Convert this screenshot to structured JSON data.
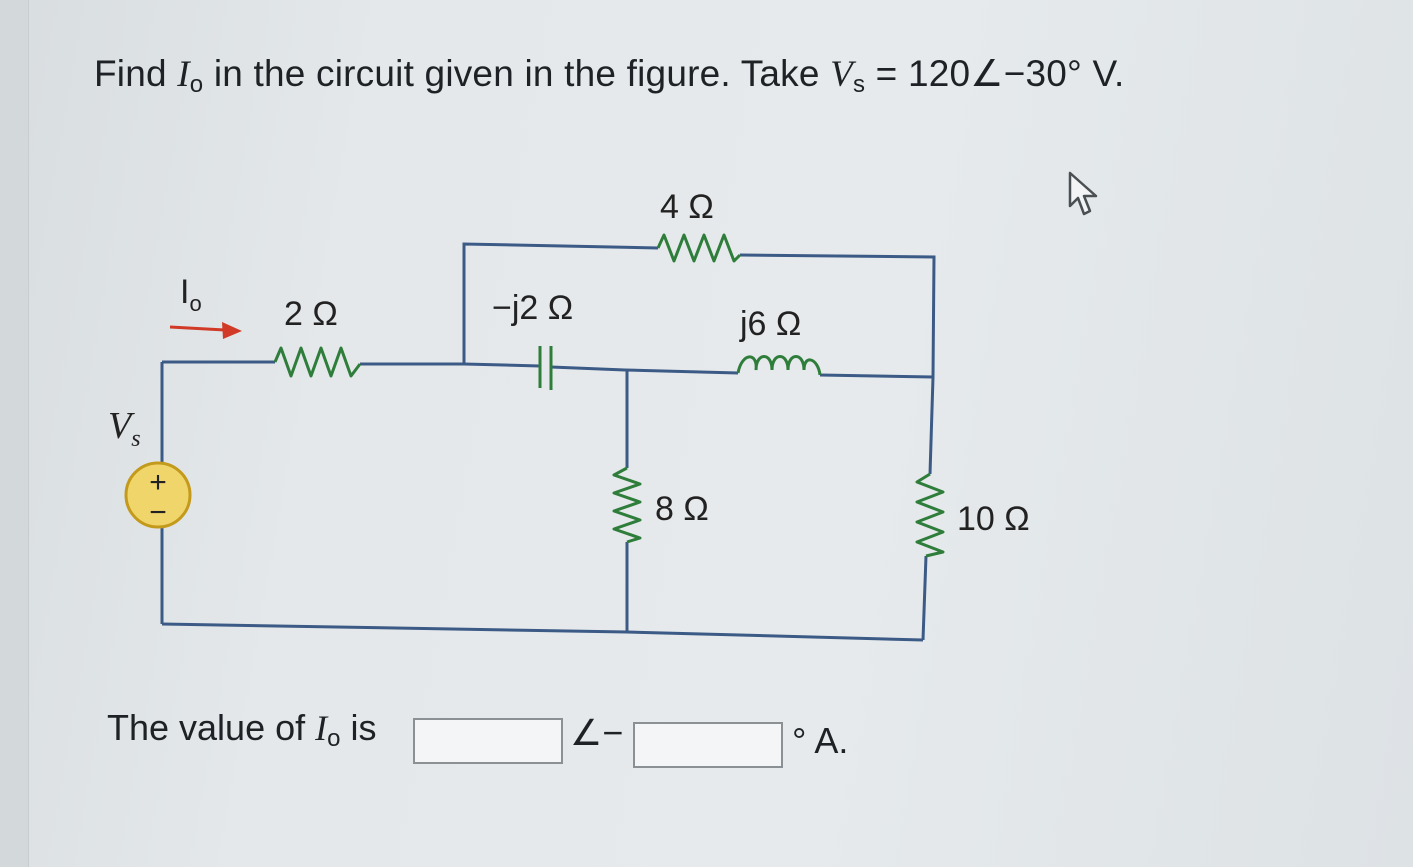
{
  "question": {
    "prefix": "Find",
    "io_var": "I",
    "io_sub": "o",
    "middle": "in the circuit given in the figure. Take",
    "vs_var": "V",
    "vs_sub": "s",
    "value": "= 120∠−30° V."
  },
  "circuit": {
    "current_label": "I",
    "current_sub": "o",
    "source_label": "V",
    "source_sub": "s",
    "source_plus": "+",
    "source_minus": "−",
    "r2_label": "2 Ω",
    "cap_label": "−j2 Ω",
    "r4_label": "4 Ω",
    "ind_label": "j6 Ω",
    "r8_label": "8 Ω",
    "r10_label": "10 Ω"
  },
  "answer": {
    "prefix": "The value of",
    "var": "I",
    "sub": "o",
    "is": "is",
    "magnitude_value": "",
    "angle_symbol": "∠−",
    "angle_value": "",
    "unit": "° A."
  },
  "colors": {
    "wire": "#3c5a86",
    "resistor": "#2f7d3a",
    "arrow": "#d13a26",
    "source_fill": "#f0d66a",
    "source_stroke": "#c49a1c"
  },
  "icons": {
    "cursor": "hand-pointer-icon"
  }
}
